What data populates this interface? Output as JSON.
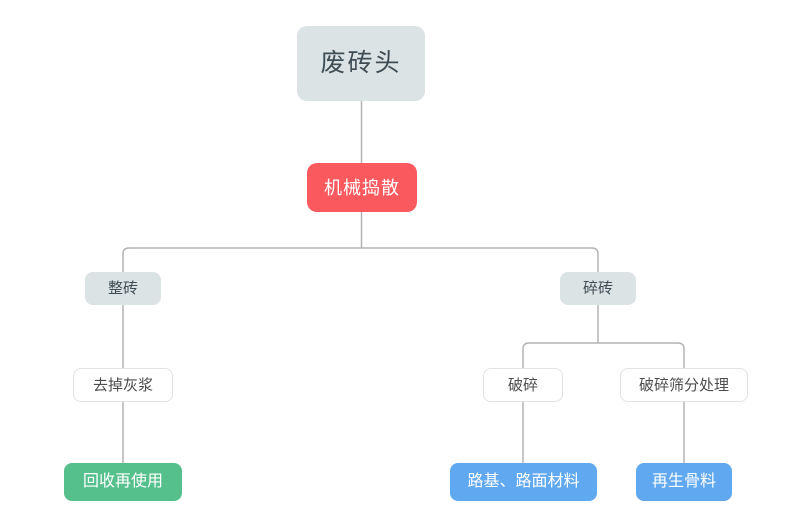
{
  "diagram": {
    "type": "flowchart",
    "nodes": {
      "root": {
        "label": "废砖头",
        "style": "gray-large"
      },
      "process": {
        "label": "机械捣散",
        "style": "red"
      },
      "whole_brick": {
        "label": "整砖",
        "style": "gray"
      },
      "broken_brick": {
        "label": "碎砖",
        "style": "gray"
      },
      "remove_mortar": {
        "label": "去掉灰浆",
        "style": "white"
      },
      "crush": {
        "label": "破碎",
        "style": "white"
      },
      "crush_screen": {
        "label": "破碎筛分处理",
        "style": "white"
      },
      "recycle_reuse": {
        "label": "回收再使用",
        "style": "green"
      },
      "road_material": {
        "label": "路基、路面材料",
        "style": "blue"
      },
      "recycled_aggregate": {
        "label": "再生骨料",
        "style": "blue"
      }
    },
    "edges": [
      {
        "from": "root",
        "to": "process"
      },
      {
        "from": "process",
        "to": "whole_brick"
      },
      {
        "from": "process",
        "to": "broken_brick"
      },
      {
        "from": "whole_brick",
        "to": "remove_mortar"
      },
      {
        "from": "remove_mortar",
        "to": "recycle_reuse"
      },
      {
        "from": "broken_brick",
        "to": "crush"
      },
      {
        "from": "broken_brick",
        "to": "crush_screen"
      },
      {
        "from": "crush",
        "to": "road_material"
      },
      {
        "from": "crush_screen",
        "to": "recycled_aggregate"
      }
    ],
    "colors": {
      "node_gray_bg": "#dce3e5",
      "node_dark_text": "#3e4c54",
      "node_red_bg": "#fa5a5e",
      "node_green_bg": "#56c08c",
      "node_blue_bg": "#60a8ef",
      "node_white_border": "#e2e2e2",
      "node_white_text": "#4c4c4c",
      "node_light_text": "#ffffff",
      "connector": "#b3b3b3",
      "canvas_bg": "#ffffff"
    }
  }
}
